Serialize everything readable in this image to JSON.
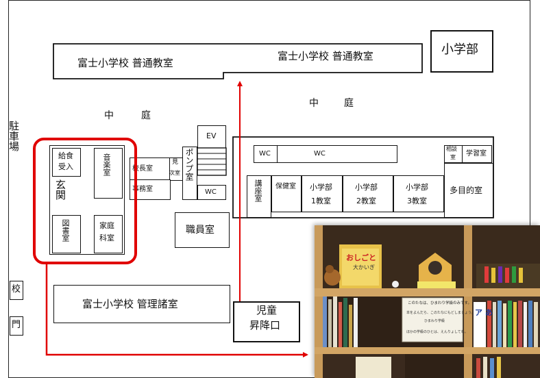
{
  "labels": {
    "elementary_dept": "小学部",
    "classroom_a": "富士小学校 普通教室",
    "classroom_b": "富士小学校 普通教室",
    "courtyard_left_1": "中",
    "courtyard_left_2": "庭",
    "courtyard_right_1": "中",
    "courtyard_right_2": "庭",
    "parking": "駐車場",
    "ev": "EV",
    "pump_room": "ポンプ室",
    "wc_1": "WC",
    "wc_2": "WC",
    "wc_3": "WC",
    "kyushoku_1": "給食",
    "kyushoku_2": "受入",
    "music_room": "音楽室",
    "entrance": "玄関",
    "principal": "校長室",
    "mi_1": "見",
    "mi_2": "次室",
    "office": "事務室",
    "library": "図書室",
    "home_ec_1": "家庭",
    "home_ec_2": "科室",
    "staff_room": "職員室",
    "lecture": "講座室",
    "health": "保健室",
    "class1_1": "小学部",
    "class1_2": "1教室",
    "class2_1": "小学部",
    "class2_2": "2教室",
    "class3_1": "小学部",
    "class3_2": "3教室",
    "small_room_1": "相談",
    "small_room_2": "室",
    "study_room": "学習室",
    "multipurpose": "多目的室",
    "admin": "富士小学校 管理諸室",
    "school_gate_1": "校",
    "school_gate_2": "門",
    "student_entrance_1": "児童",
    "student_entrance_2": "昇降口"
  },
  "photo": {
    "book_title": "おしごと",
    "book_subtitle": "大かいぎ",
    "sign_title": "このたなは、ひまわり学級のみです。",
    "sign_line1": "本をよんだら、このたなにもどしましょう。",
    "sign_line2": "ひまわり学級",
    "sign_line3": "ほかの学級のひとは、えんりょしてね。",
    "shelf_kana": "ア あ"
  },
  "colors": {
    "highlight": "#e00000",
    "ink": "#111111",
    "shelf_wood": "#c89a5a"
  }
}
